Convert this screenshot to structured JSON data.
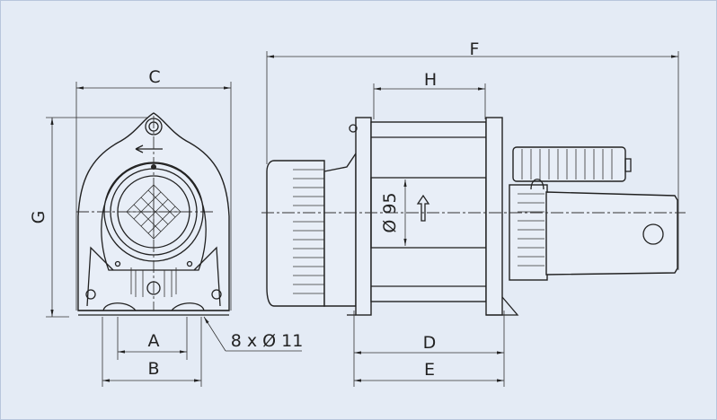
{
  "dimensions": {
    "A": "A",
    "B": "B",
    "C": "C",
    "D": "D",
    "E": "E",
    "F": "F",
    "G": "G",
    "H": "H"
  },
  "annotations": {
    "drum_diameter": "Ø 95",
    "mounting_holes": "8 x Ø 11"
  },
  "colors": {
    "background": "#e4ebf5",
    "line": "#222222"
  }
}
